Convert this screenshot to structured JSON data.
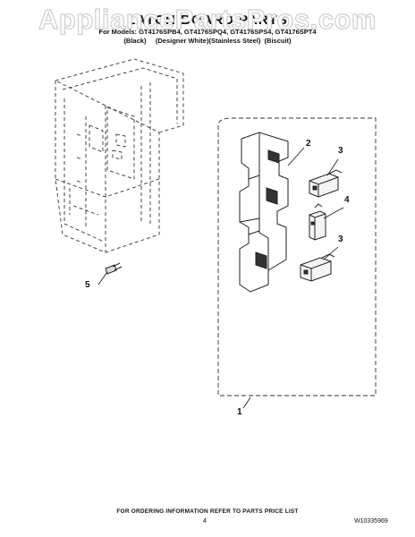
{
  "watermark": "AppliancePartsPros.com",
  "title": "LATCH BOARD PARTS",
  "models_line": "For Models: GT4176SPB4, GT4176SPQ4, GT4176SPS4, GT4176SPT4",
  "variants_line": "(Black)     (Designer White)(Stainless Steel)  (Biscuit)",
  "callouts": [
    "1",
    "2",
    "3",
    "4",
    "3",
    "5"
  ],
  "footer": {
    "ordering_note": "FOR ORDERING INFORMATION REFER TO PARTS PRICE LIST",
    "page_number": "4",
    "document_number": "W10335969"
  }
}
